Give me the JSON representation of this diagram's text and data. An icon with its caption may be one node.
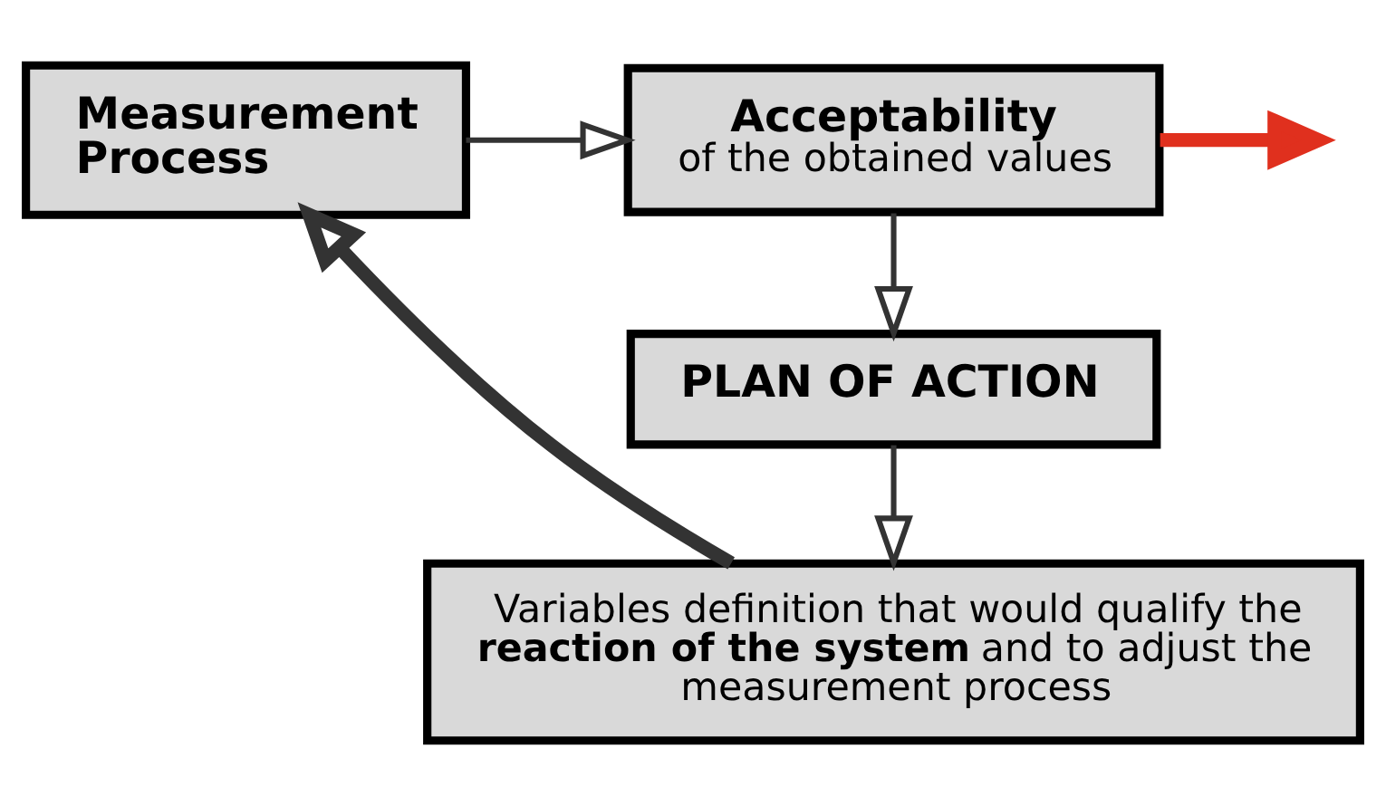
{
  "diagram": {
    "nodes": [
      {
        "text": [
          "Measurement Process"
        ]
      },
      {
        "text": [
          "Acceptability",
          "of the obtained values"
        ]
      },
      {
        "text": [
          "PLAN OF ACTION"
        ]
      },
      {
        "text": [
          "Variables definition that would qualify the **reaction of the system** and to adjust the measurement process"
        ]
      }
    ],
    "edges": [
      {
        "from": 0,
        "to": 1,
        "arrow": "to"
      },
      {
        "from": 1,
        "to": null,
        "arrow": "to",
        "style": "thick",
        "color": "#e0301e"
      },
      {
        "from": 1,
        "to": 2,
        "arrow": "to"
      },
      {
        "from": 2,
        "to": 3,
        "arrow": "to"
      },
      {
        "from": 3,
        "to": 0,
        "arrow": "to",
        "style": "thick"
      }
    ]
  }
}
